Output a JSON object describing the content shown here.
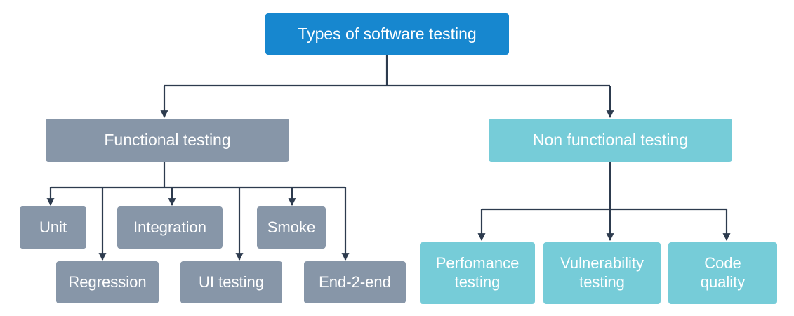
{
  "title": "Types of software testing",
  "branches": {
    "functional": {
      "label": "Functional testing",
      "items": [
        "Unit",
        "Regression",
        "Integration",
        "UI testing",
        "Smoke",
        "End-2-end"
      ]
    },
    "non_functional": {
      "label": "Non functional testing",
      "items": [
        "Perfomance\ntesting",
        "Vulnerability\ntesting",
        "Code\nquality"
      ]
    }
  },
  "colors": {
    "root": "#1787cf",
    "functional": "#8796a8",
    "non_functional": "#76ccd8",
    "connector": "#2d3b4e"
  }
}
